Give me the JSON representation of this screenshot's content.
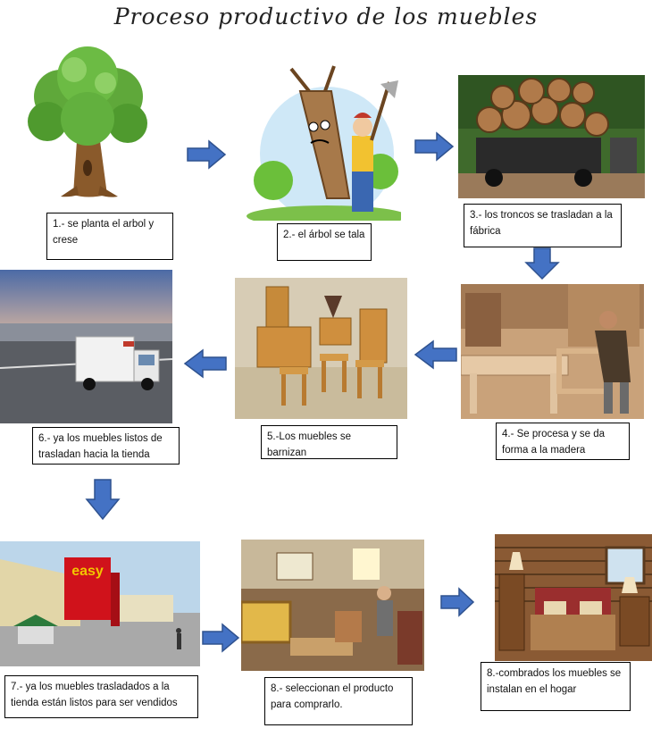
{
  "title": "Proceso  productivo de los muebles",
  "steps": [
    {
      "caption": "1.- se planta el arbol y crese",
      "image": "tree-image"
    },
    {
      "caption": "2.- el árbol se tala",
      "image": "lumberjack-image"
    },
    {
      "caption": "3.- los troncos se trasladan a la fábrica",
      "image": "log-truck-image"
    },
    {
      "caption": "4.- Se procesa y se da forma a la madera",
      "image": "workshop-image"
    },
    {
      "caption": "5.-Los muebles se barnizan",
      "image": "varnished-furniture-image"
    },
    {
      "caption": "6.- ya los muebles listos de trasladan  hacia la tienda",
      "image": "delivery-truck-image"
    },
    {
      "caption": "7.- ya los muebles trasladados a la tienda están listos para ser vendidos",
      "image": "store-image"
    },
    {
      "caption": "8.-  seleccionan el producto para comprarlo.",
      "image": "showroom-image"
    },
    {
      "caption": "8.-combrados los muebles se instalan en el hogar",
      "image": "bedroom-image"
    }
  ],
  "store_sign": "easy",
  "arrow_color": "#4472c4",
  "arrows": [
    "right",
    "right",
    "down",
    "left",
    "left",
    "down",
    "right",
    "right"
  ]
}
